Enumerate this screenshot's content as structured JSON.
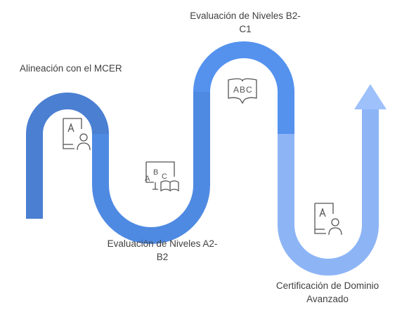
{
  "stages": [
    {
      "id": "mcer",
      "label_lines": [
        "Alineación con el MCER"
      ],
      "icon": "letter-person-icon"
    },
    {
      "id": "a2b2",
      "label_lines": [
        "Evaluación de Niveles A2-",
        "B2"
      ],
      "icon": "abc-book-icon"
    },
    {
      "id": "b2c1",
      "label_lines": [
        "Evaluación de Niveles B2-",
        "C1"
      ],
      "icon": "abc-speech-icon"
    },
    {
      "id": "cert",
      "label_lines": [
        "Certificación de Dominio",
        "Avanzado"
      ],
      "icon": "letter-person-icon"
    }
  ],
  "colors": {
    "seg1": "#4a7fd2",
    "seg2": "#4f8ae2",
    "seg3": "#5592ee",
    "seg4": "#8db5f6",
    "seg5": "#9ec1fb",
    "icon_stroke": "#555555",
    "label_text": "#404040"
  }
}
